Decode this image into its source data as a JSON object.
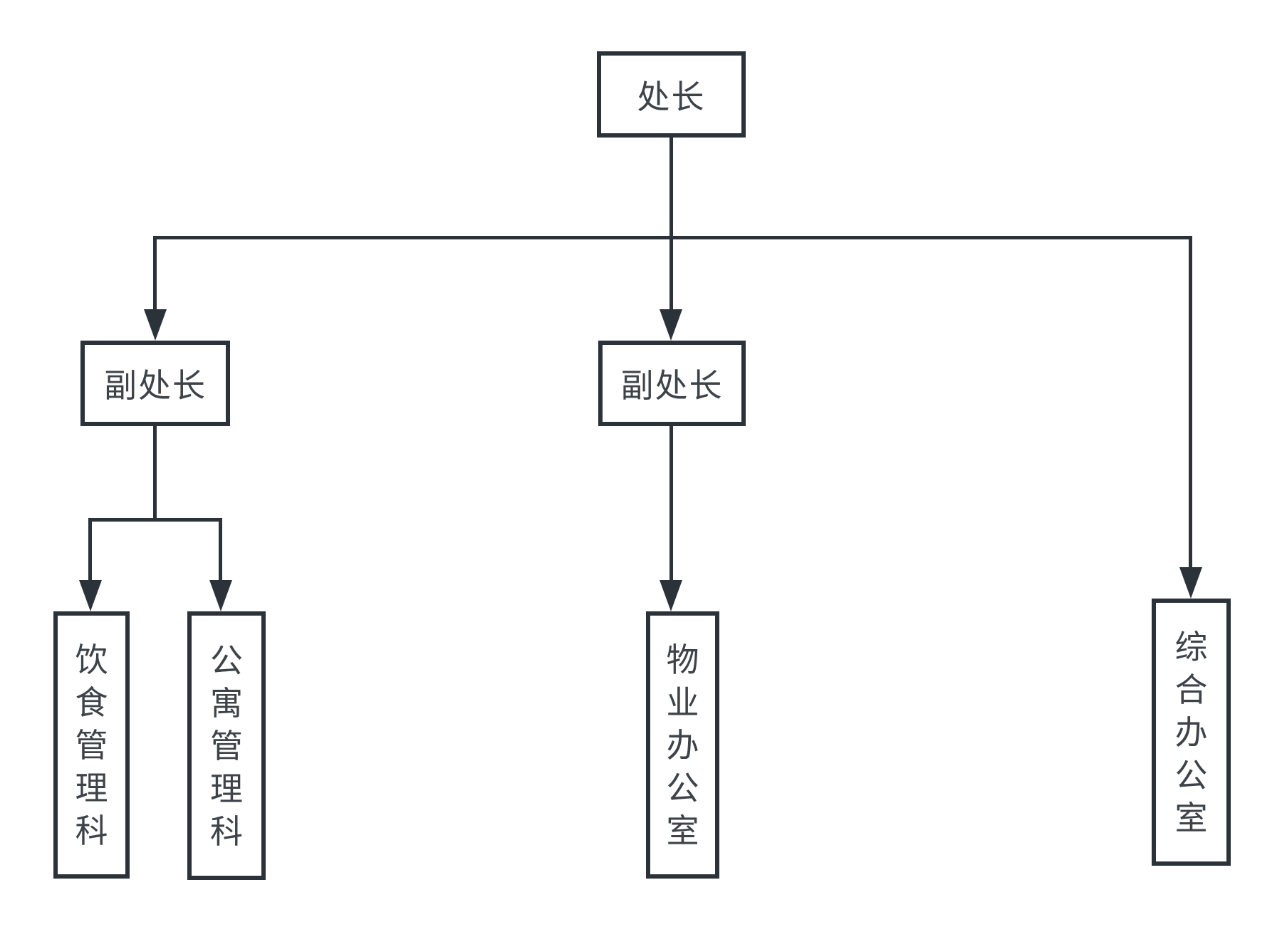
{
  "diagram": {
    "type": "org-chart",
    "nodes": [
      {
        "id": "director",
        "label": "处长",
        "orientation": "horizontal"
      },
      {
        "id": "deputy_left",
        "label": "副处长",
        "orientation": "horizontal"
      },
      {
        "id": "deputy_center",
        "label": "副处长",
        "orientation": "horizontal"
      },
      {
        "id": "food_section",
        "label": "饮食管理科",
        "orientation": "vertical"
      },
      {
        "id": "apartment_section",
        "label": "公寓管理科",
        "orientation": "vertical"
      },
      {
        "id": "property_office",
        "label": "物业办公室",
        "orientation": "vertical"
      },
      {
        "id": "general_office",
        "label": "综合办公室",
        "orientation": "vertical"
      }
    ],
    "edges": [
      {
        "from": "director",
        "to": "deputy_left",
        "arrow": "down"
      },
      {
        "from": "director",
        "to": "deputy_center",
        "arrow": "down"
      },
      {
        "from": "director",
        "to": "general_office",
        "arrow": "down"
      },
      {
        "from": "deputy_left",
        "to": "food_section",
        "arrow": "down"
      },
      {
        "from": "deputy_left",
        "to": "apartment_section",
        "arrow": "down"
      },
      {
        "from": "deputy_center",
        "to": "property_office",
        "arrow": "down"
      }
    ],
    "colors": {
      "line": "#2b323a",
      "text": "#3d4348",
      "node_fill": "#ffffff",
      "background": "#ffffff"
    }
  }
}
